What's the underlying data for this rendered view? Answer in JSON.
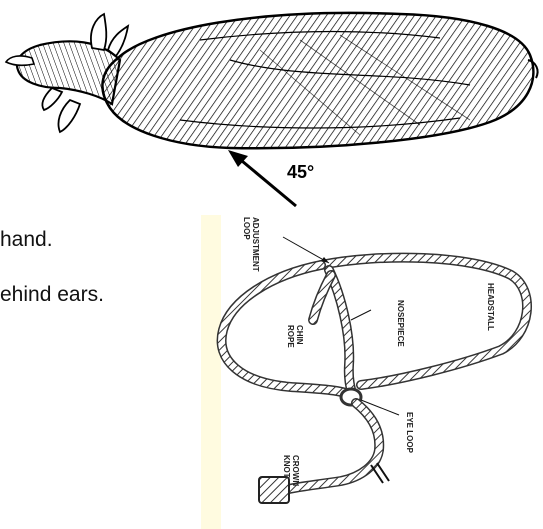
{
  "figure_top": {
    "angle": "45°"
  },
  "text_lines": [
    "hand.",
    "ehind ears."
  ],
  "halter_diagram": {
    "labels": {
      "adjustment_loop_1": "ADJUSTMENT",
      "adjustment_loop_2": "LOOP",
      "headstall": "HEADSTALL",
      "nosepiece": "NOSEPIECE",
      "chin_rope_1": "CHIN",
      "chin_rope_2": "ROPE",
      "eye_loop": "EYE LOOP",
      "crown_knot_1": "CROWN",
      "crown_knot_2": "KNOT"
    }
  }
}
